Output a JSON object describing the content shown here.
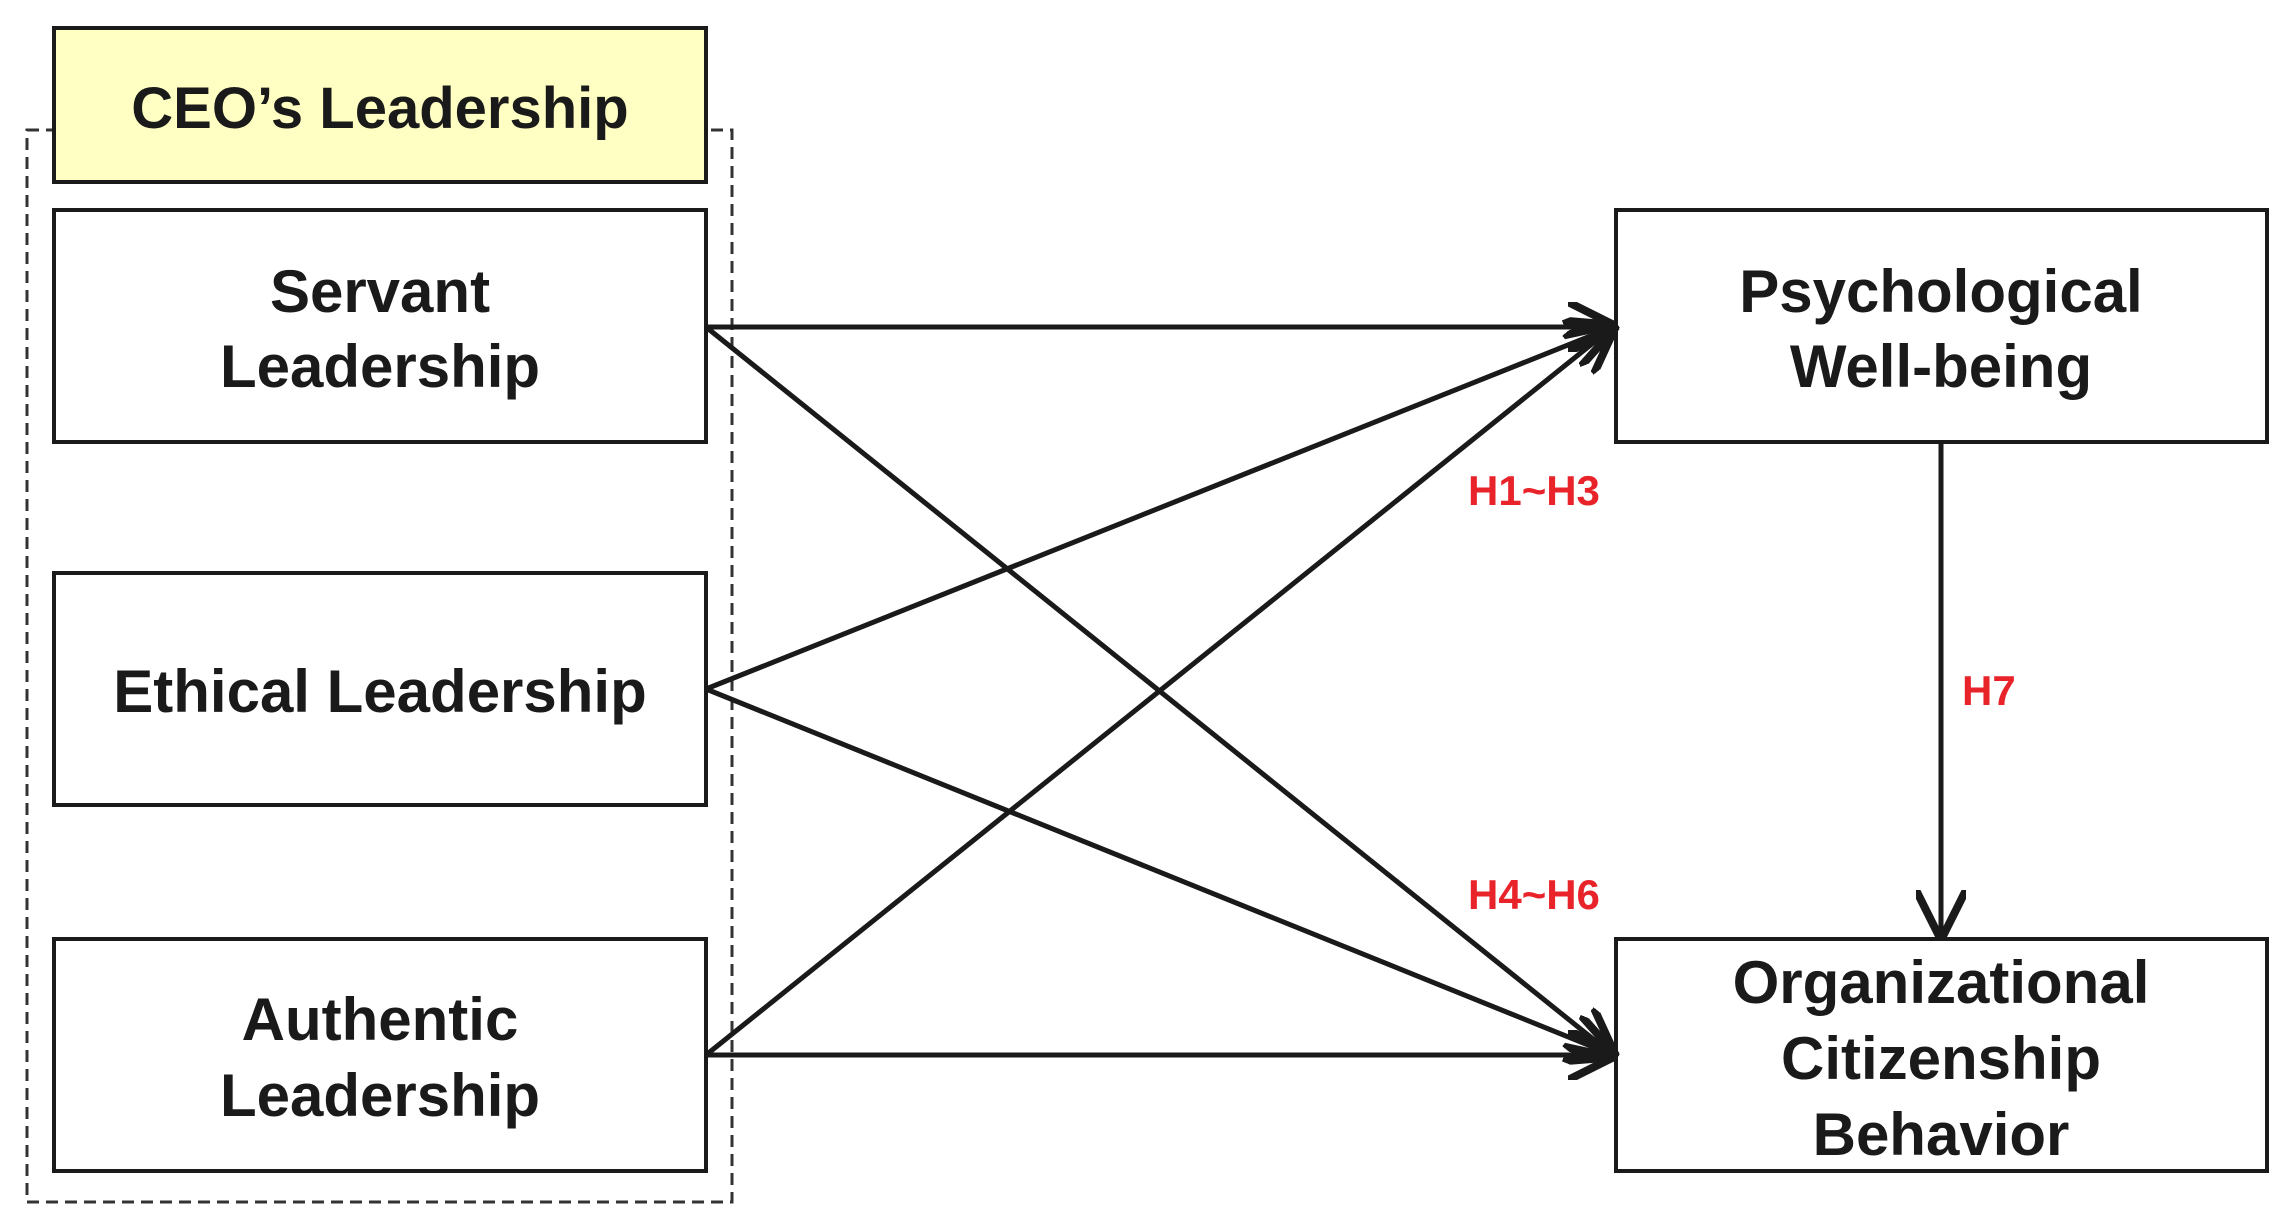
{
  "group": {
    "title": "CEO’s Leadership"
  },
  "nodes": {
    "servant": {
      "lines": [
        "Servant",
        "Leadership"
      ]
    },
    "ethical": {
      "lines": [
        "Ethical Leadership"
      ]
    },
    "authentic": {
      "lines": [
        "Authentic",
        "Leadership"
      ]
    },
    "wellbeing": {
      "lines": [
        "Psychological",
        "Well-being"
      ]
    },
    "ocb": {
      "lines": [
        "Organizational",
        "Citizenship",
        "Behavior"
      ]
    }
  },
  "hypotheses": {
    "h1_h3": "H1~H3",
    "h4_h6": "H4~H6",
    "h7": "H7"
  },
  "colors": {
    "group_fill": "#ffffc3",
    "hypothesis": "#e8232a",
    "stroke": "#1a1a1a"
  }
}
